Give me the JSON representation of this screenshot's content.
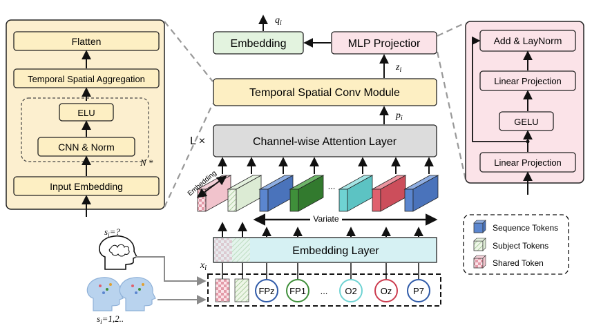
{
  "left_panel": {
    "flatten": "Flatten",
    "aggregation": "Temporal Spatial Aggregation",
    "elu": "ELU",
    "cnn_norm": "CNN & Norm",
    "repeat_label": "N *",
    "input_embedding": "Input Embedding"
  },
  "center": {
    "embedding": "Embedding",
    "mlp_projector": "MLP Projectior",
    "conv_module": "Temporal Spatial Conv Module",
    "attention_layer": "Channel-wise Attention Layer",
    "layer_repeat": "L ×",
    "embedding_layer": "Embedding Layer",
    "embedding_axis_label": "Embedding",
    "variate_label": "Variate",
    "ellipsis_tokens": "...",
    "q_label": "q_i",
    "z_label": "z_i",
    "p_label": "p_i",
    "x_label": "x_i"
  },
  "right_panel": {
    "add_laynorm": "Add & LayNorm",
    "linear_projection_top": "Linear Projection",
    "gelu": "GELU",
    "linear_projection_bottom": "Linear Projection"
  },
  "inputs": {
    "unknown_subject_label": "s_i=?",
    "known_subjects_label": "s_i=1,2..",
    "channels": [
      "FPz",
      "FP1",
      "...",
      "O2",
      "Oz",
      "P7"
    ]
  },
  "legend": {
    "sequence": "Sequence Tokens",
    "subject": "Subject Tokens",
    "shared": "Shared Token"
  },
  "colors": {
    "panel_fill": "#fcefcf",
    "yellow_box": "#fdefc3",
    "green_box": "#e3f3df",
    "pink_box": "#fbe3e8",
    "gray_box": "#dcdcdc",
    "cyan_box": "#d6f1f3",
    "token_blue": "#5b86cf",
    "token_green": "#3f8f3a",
    "token_cyan": "#6fd3d3",
    "token_red": "#e0606d"
  }
}
